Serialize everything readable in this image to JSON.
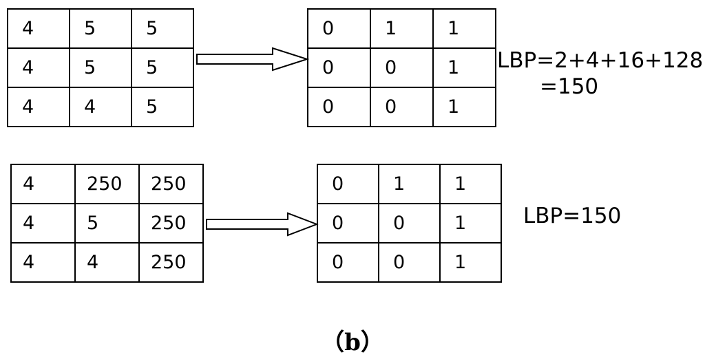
{
  "example1": {
    "input": [
      [
        "4",
        "5",
        "5"
      ],
      [
        "4",
        "5",
        "5"
      ],
      [
        "4",
        "4",
        "5"
      ]
    ],
    "output": [
      [
        "0",
        "1",
        "1"
      ],
      [
        "0",
        "0",
        "1"
      ],
      [
        "0",
        "0",
        "1"
      ]
    ],
    "formula_line1": "LBP=2+4+16+128",
    "formula_line2": "=150"
  },
  "example2": {
    "input": [
      [
        "4",
        "250",
        "250"
      ],
      [
        "4",
        "5",
        "250"
      ],
      [
        "4",
        "4",
        "250"
      ]
    ],
    "output": [
      [
        "0",
        "1",
        "1"
      ],
      [
        "0",
        "0",
        "1"
      ],
      [
        "0",
        "0",
        "1"
      ]
    ],
    "formula": "LBP=150"
  },
  "caption": "（b）",
  "icons": {
    "arrow": "hollow-right-arrow-icon"
  }
}
